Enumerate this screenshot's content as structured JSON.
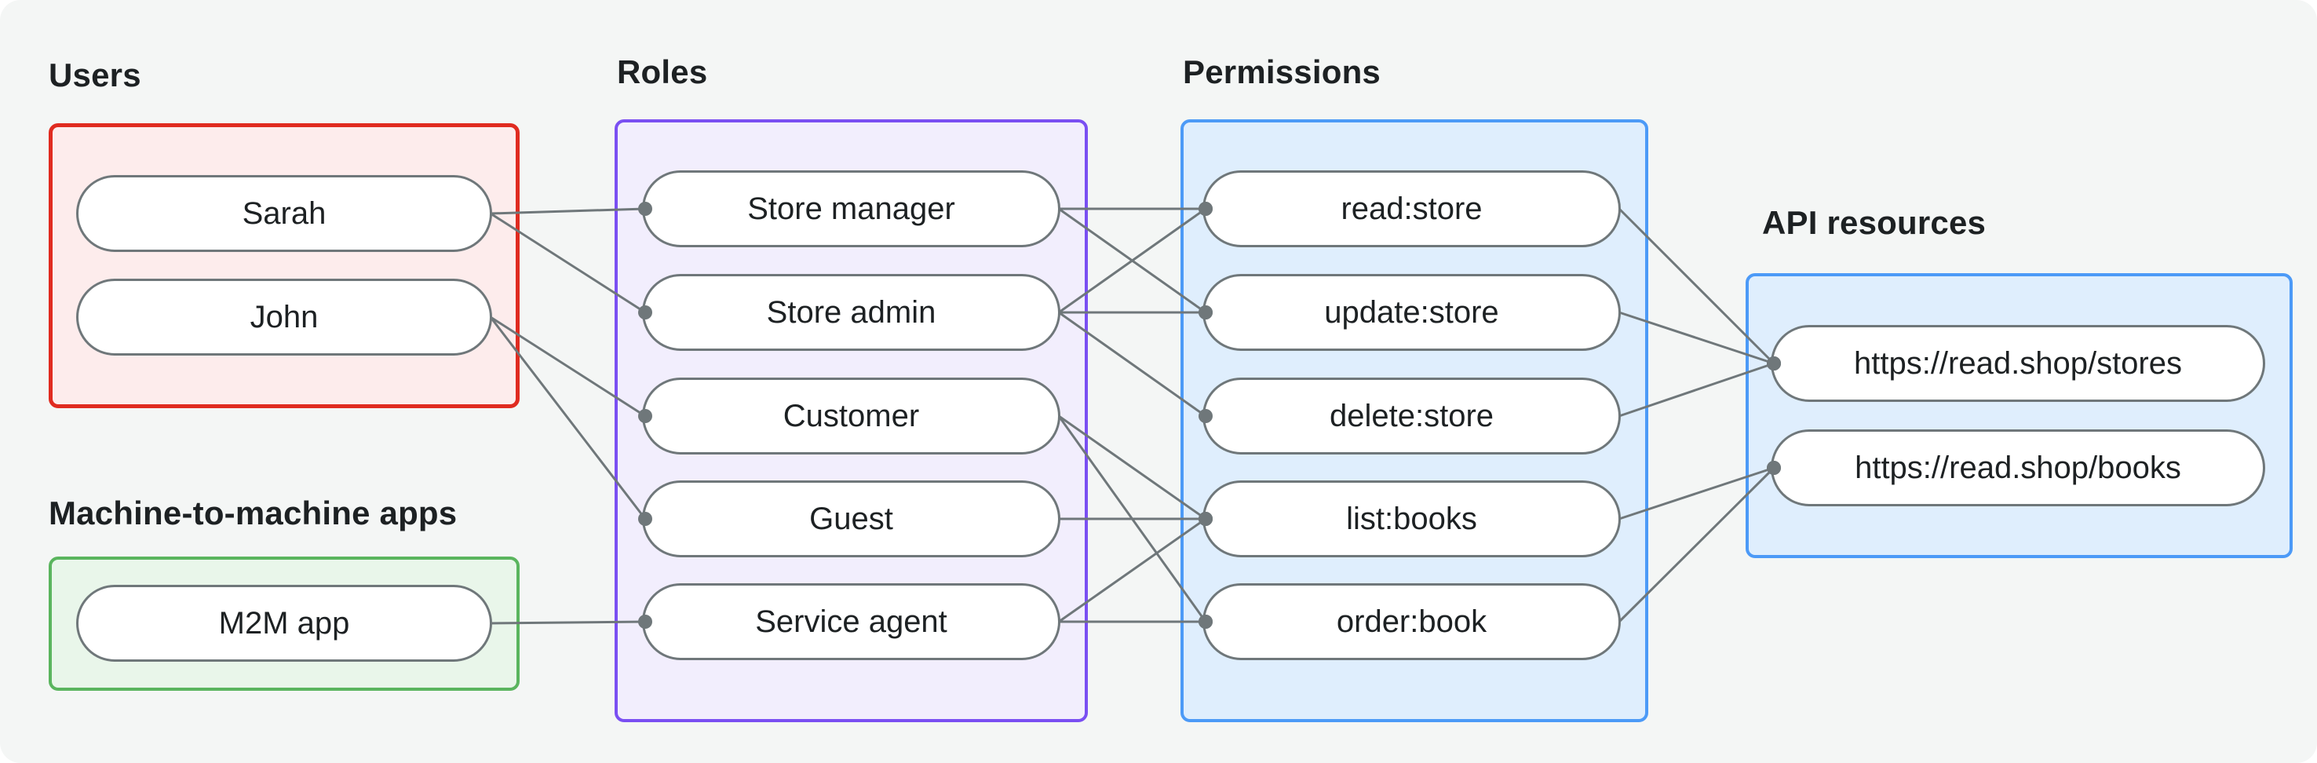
{
  "diagram": {
    "groups": [
      {
        "id": "users",
        "label": "Users",
        "border_color": "#e02b20",
        "fill_color": "#fdecec",
        "nodes": [
          {
            "id": "sarah",
            "label": "Sarah"
          },
          {
            "id": "john",
            "label": "John"
          }
        ]
      },
      {
        "id": "m2m",
        "label": "Machine-to-machine apps",
        "border_color": "#5ab55e",
        "fill_color": "#e9f6ea",
        "nodes": [
          {
            "id": "m2m_app",
            "label": "M2M app"
          }
        ]
      },
      {
        "id": "roles",
        "label": "Roles",
        "border_color": "#7a4ff2",
        "fill_color": "#f2eefd",
        "nodes": [
          {
            "id": "store_manager",
            "label": "Store manager"
          },
          {
            "id": "store_admin",
            "label": "Store admin"
          },
          {
            "id": "customer",
            "label": "Customer"
          },
          {
            "id": "guest",
            "label": "Guest"
          },
          {
            "id": "service_agent",
            "label": "Service agent"
          }
        ]
      },
      {
        "id": "permissions",
        "label": "Permissions",
        "border_color": "#4c9af7",
        "fill_color": "#dfeefd",
        "nodes": [
          {
            "id": "read_store",
            "label": "read:store"
          },
          {
            "id": "update_store",
            "label": "update:store"
          },
          {
            "id": "delete_store",
            "label": "delete:store"
          },
          {
            "id": "list_books",
            "label": "list:books"
          },
          {
            "id": "order_book",
            "label": "order:book"
          }
        ]
      },
      {
        "id": "api",
        "label": "API resources",
        "border_color": "#4c9af7",
        "fill_color": "#dfeefd",
        "nodes": [
          {
            "id": "stores_api",
            "label": "https://read.shop/stores"
          },
          {
            "id": "books_api",
            "label": "https://read.shop/books"
          }
        ]
      }
    ],
    "edges": [
      {
        "from": "sarah",
        "to": "store_manager"
      },
      {
        "from": "sarah",
        "to": "store_admin"
      },
      {
        "from": "john",
        "to": "customer"
      },
      {
        "from": "john",
        "to": "guest"
      },
      {
        "from": "m2m_app",
        "to": "service_agent"
      },
      {
        "from": "store_manager",
        "to": "read_store"
      },
      {
        "from": "store_manager",
        "to": "update_store"
      },
      {
        "from": "store_admin",
        "to": "read_store"
      },
      {
        "from": "store_admin",
        "to": "update_store"
      },
      {
        "from": "store_admin",
        "to": "delete_store"
      },
      {
        "from": "customer",
        "to": "list_books"
      },
      {
        "from": "customer",
        "to": "order_book"
      },
      {
        "from": "guest",
        "to": "list_books"
      },
      {
        "from": "service_agent",
        "to": "list_books"
      },
      {
        "from": "service_agent",
        "to": "order_book"
      },
      {
        "from": "read_store",
        "to": "stores_api"
      },
      {
        "from": "update_store",
        "to": "stores_api"
      },
      {
        "from": "delete_store",
        "to": "stores_api"
      },
      {
        "from": "list_books",
        "to": "books_api"
      },
      {
        "from": "order_book",
        "to": "books_api"
      }
    ],
    "colors": {
      "background": "#f4f6f5",
      "edge": "#6f777a",
      "node_border": "#6f777a",
      "node_fill": "#ffffff",
      "text": "#1d2123"
    }
  }
}
